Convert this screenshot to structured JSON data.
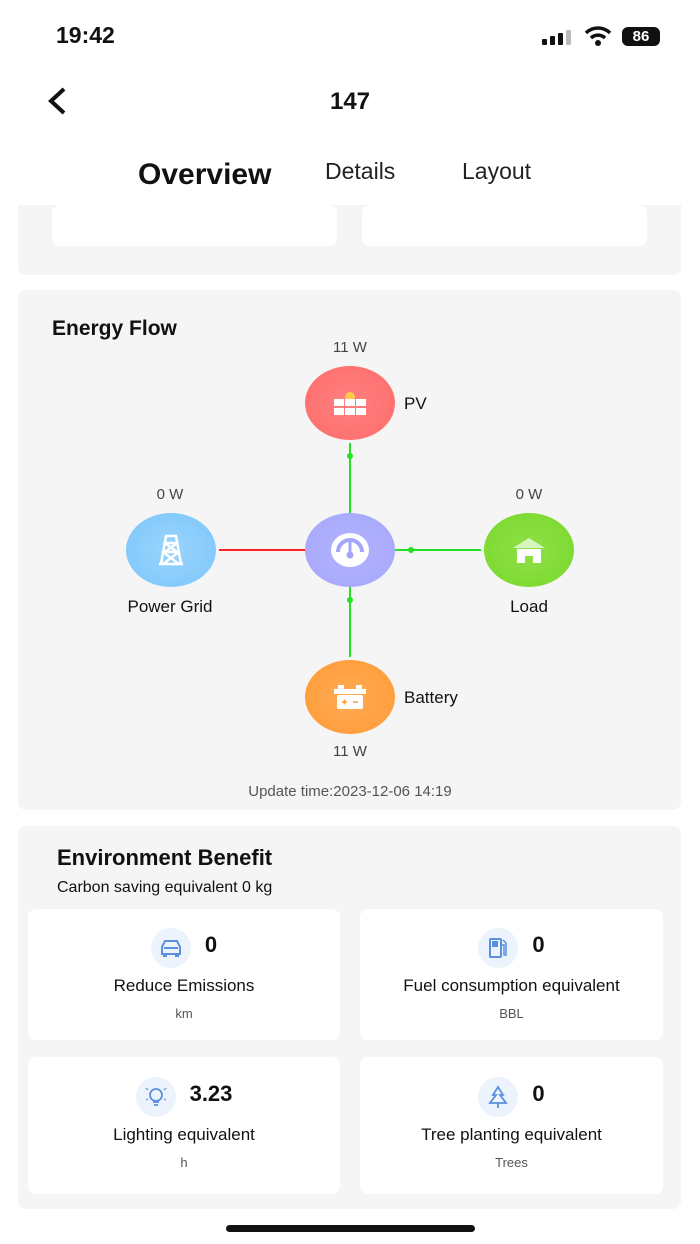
{
  "status_bar": {
    "time": "19:42",
    "battery": "86"
  },
  "header": {
    "title": "147"
  },
  "tabs": [
    {
      "label": "Overview",
      "active": true
    },
    {
      "label": "Details"
    },
    {
      "label": "Layout"
    }
  ],
  "energy_flow": {
    "title": "Energy Flow",
    "pv": {
      "label": "PV",
      "value": "11 W",
      "color": "#ff6b6b"
    },
    "grid": {
      "label": "Power Grid",
      "value": "0 W",
      "color": "#7cc6fb"
    },
    "load": {
      "label": "Load",
      "value": "0 W",
      "color": "#79d82a"
    },
    "battery": {
      "label": "Battery",
      "value": "11 W",
      "color": "#ff9a35"
    },
    "inverter_color": "#a5a6fb",
    "update_time": "Update time:2023-12-06 14:19"
  },
  "environment": {
    "title": "Environment Benefit",
    "subtitle": "Carbon saving equivalent 0 kg",
    "items": [
      {
        "icon": "car-icon",
        "value": "0",
        "name": "Reduce Emissions",
        "unit": "km"
      },
      {
        "icon": "fuel-pump-icon",
        "value": "0",
        "name": "Fuel consumption equivalent",
        "unit": "BBL"
      },
      {
        "icon": "light-bulb-icon",
        "value": "3.23",
        "name": "Lighting equivalent",
        "unit": "h"
      },
      {
        "icon": "tree-icon",
        "value": "0",
        "name": "Tree planting equivalent",
        "unit": "Trees"
      }
    ]
  }
}
